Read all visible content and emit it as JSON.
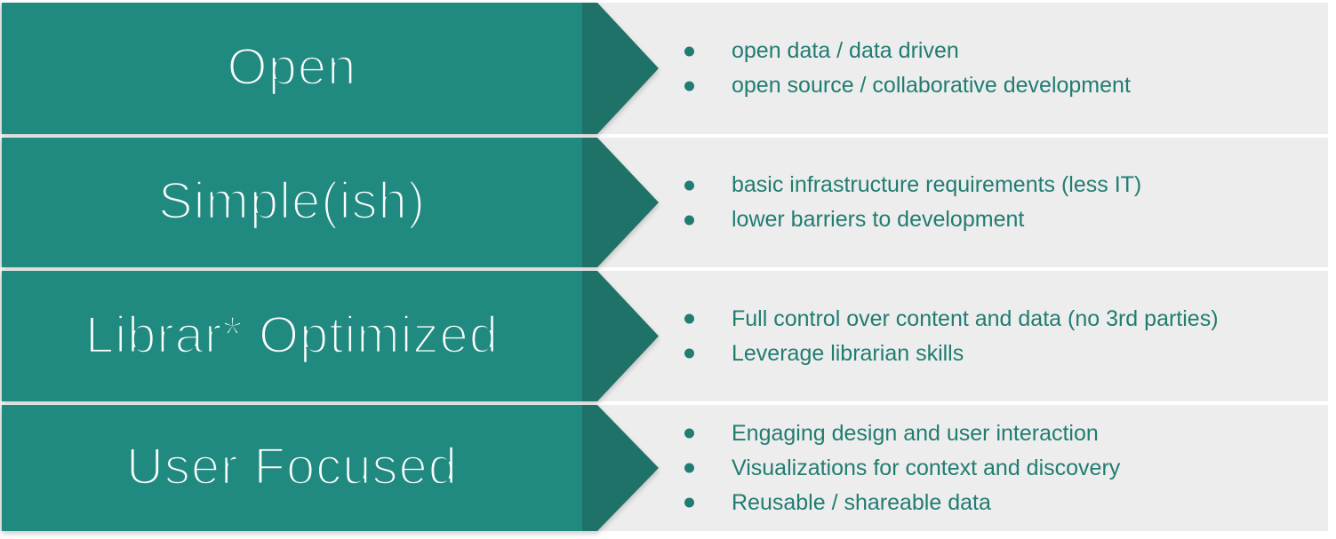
{
  "colors": {
    "arrow_body": "#218a80",
    "arrow_head": "#1f7267",
    "bullet_text": "#217c72",
    "band_bg": "#ededed",
    "label_text": "#fdfefe"
  },
  "rows": [
    {
      "label": "Open",
      "bullets": [
        "open data / data driven",
        "open source / collaborative development"
      ]
    },
    {
      "label": "Simple(ish)",
      "bullets": [
        "basic infrastructure requirements (less IT)",
        "lower barriers to development"
      ]
    },
    {
      "label": "Librar* Optimized",
      "bullets": [
        "Full control over content and data (no 3rd parties)",
        "Leverage librarian skills"
      ]
    },
    {
      "label": "User Focused",
      "bullets": [
        "Engaging design and user interaction",
        "Visualizations for context and discovery",
        "Reusable / shareable data"
      ]
    }
  ]
}
